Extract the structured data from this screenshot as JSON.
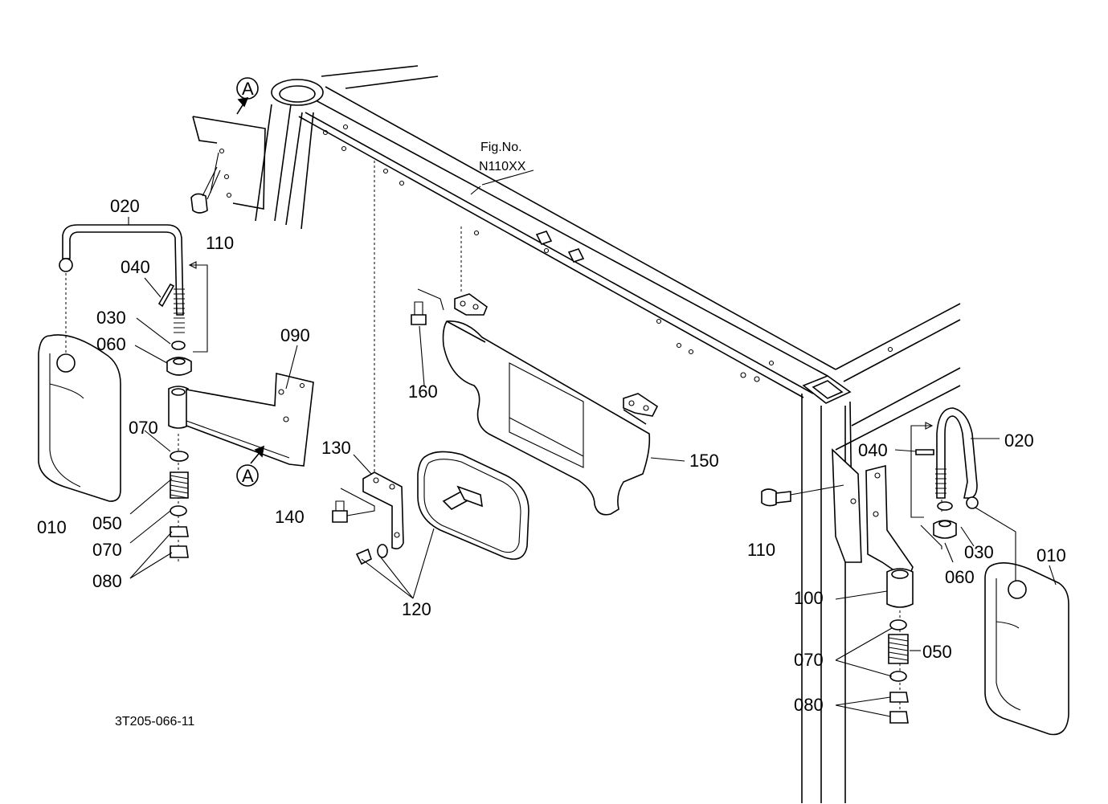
{
  "figure_ref": {
    "line1": "Fig.No.",
    "line2": "N110XX"
  },
  "drawing_number": "3T205-066-11",
  "view_markers": [
    "A",
    "A"
  ],
  "callouts": {
    "l010": "010",
    "l020": "020",
    "l030": "030",
    "l040": "040",
    "l050": "050",
    "l060": "060",
    "l070a": "070",
    "l070b": "070",
    "l080": "080",
    "l090": "090",
    "l110": "110",
    "r010": "010",
    "r020": "020",
    "r030": "030",
    "r040": "040",
    "r050": "050",
    "r060": "060",
    "r070": "070",
    "r080": "080",
    "r100": "100",
    "r110": "110",
    "c120": "120",
    "c130": "130",
    "c140": "140",
    "c150": "150",
    "c160": "160"
  }
}
